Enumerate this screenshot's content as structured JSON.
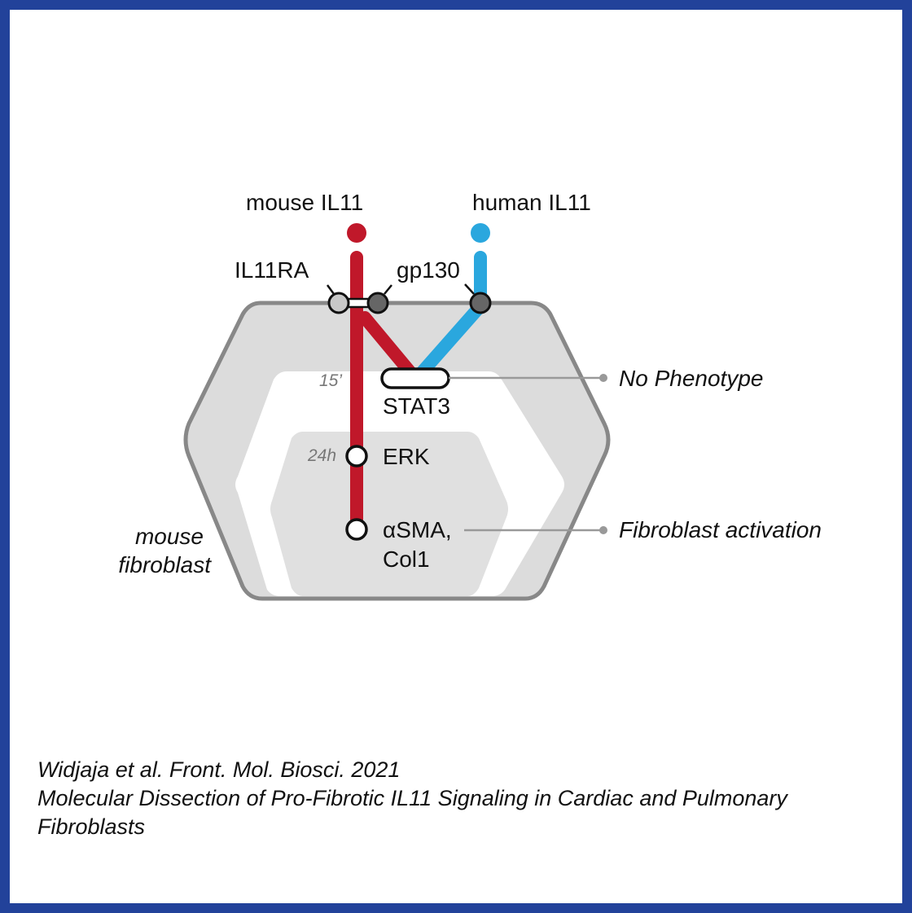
{
  "colors": {
    "border": "#22429a",
    "mouse_pathway": "#c0182a",
    "human_pathway": "#2aa7de",
    "cell_outer": "#dcdcdc",
    "cell_outline": "#888888",
    "nucleus": "#e0e0e0"
  },
  "diagram": {
    "ligands": {
      "mouse": "mouse IL11",
      "human": "human IL11"
    },
    "receptors": {
      "il11ra": "IL11RA",
      "gp130": "gp130"
    },
    "nodes": {
      "stat3": "STAT3",
      "erk": "ERK",
      "asma_line1": "αSMA,",
      "asma_line2": "Col1"
    },
    "timepoints": {
      "stat3_time": "15’",
      "erk_time": "24h"
    },
    "outcomes": {
      "stat3_outcome": "No Phenotype",
      "asma_outcome": "Fibroblast activation"
    },
    "cell_label": {
      "line1": "mouse",
      "line2": "fibroblast"
    }
  },
  "citation": {
    "line1": "Widjaja et al. Front. Mol. Biosci. 2021",
    "line2": "Molecular Dissection of Pro-Fibrotic IL11 Signaling in Cardiac and Pulmonary",
    "line3": "Fibroblasts"
  }
}
